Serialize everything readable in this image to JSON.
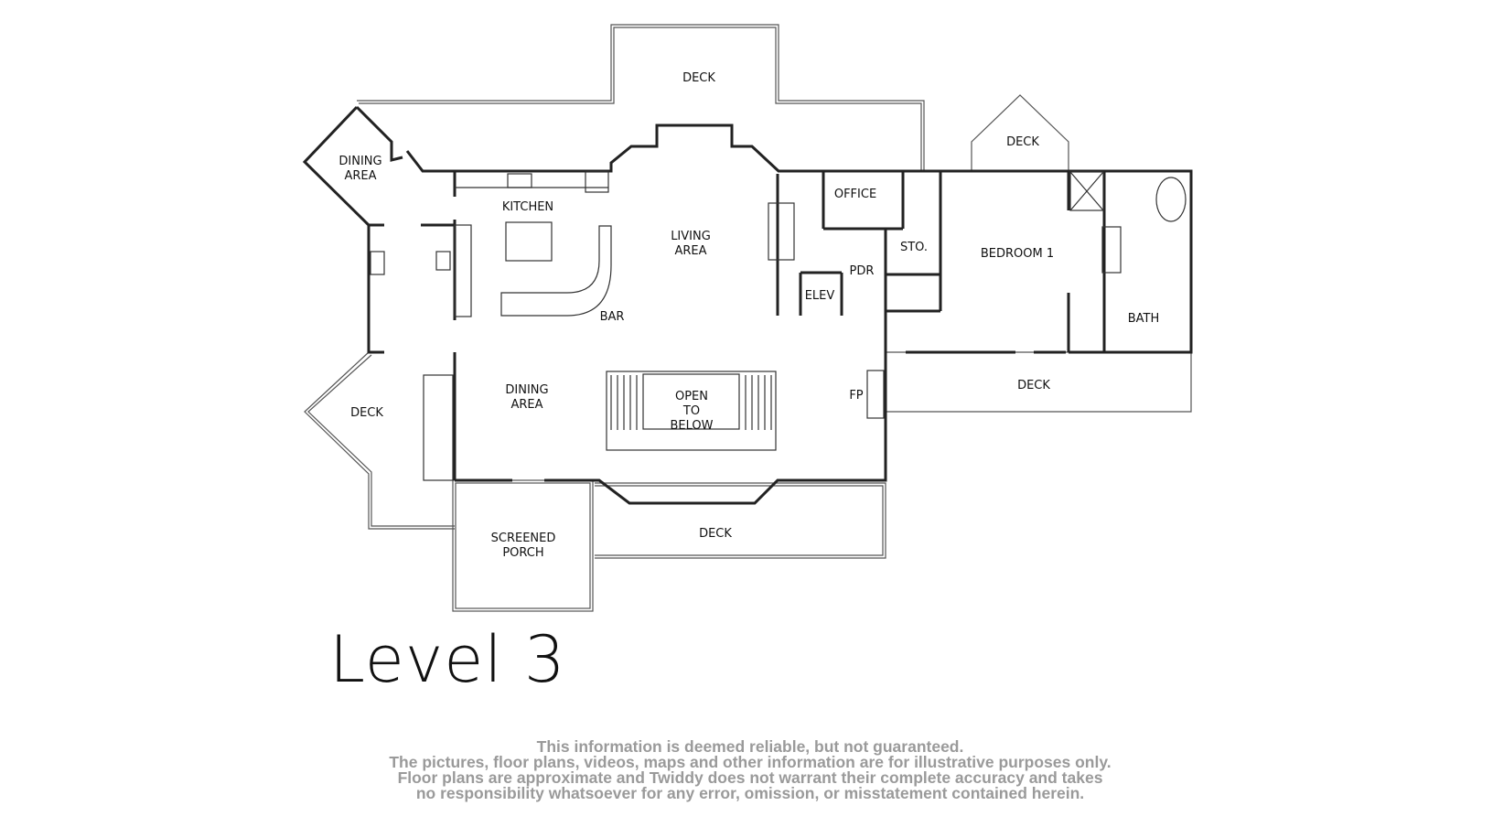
{
  "floor_plan": {
    "title": "Level 3",
    "rooms": {
      "deck_top": "DECK",
      "dining_area_nw": [
        "DINING",
        "AREA"
      ],
      "kitchen": "KITCHEN",
      "living_area": [
        "LIVING",
        "AREA"
      ],
      "bar": "BAR",
      "office": "OFFICE",
      "pdr": "PDR",
      "sto": "STO.",
      "elev": "ELEV",
      "deck_ne": "DECK",
      "bedroom1": "BEDROOM 1",
      "bath": "BATH",
      "deck_east": "DECK",
      "fp": "FP",
      "dining_area": [
        "DINING",
        "AREA"
      ],
      "open_to_below": [
        "OPEN",
        "TO",
        "BELOW"
      ],
      "deck_west": "DECK",
      "screened_porch": [
        "SCREENED",
        "PORCH"
      ],
      "deck_south": "DECK"
    }
  },
  "disclaimer": [
    "This information is deemed reliable, but not guaranteed.",
    "The pictures, floor plans, videos, maps and other information are for illustrative purposes only.",
    "Floor plans are approximate and Twiddy does not warrant their complete accuracy and takes",
    "no responsibility whatsoever for any error, omission, or misstatement contained herein."
  ]
}
